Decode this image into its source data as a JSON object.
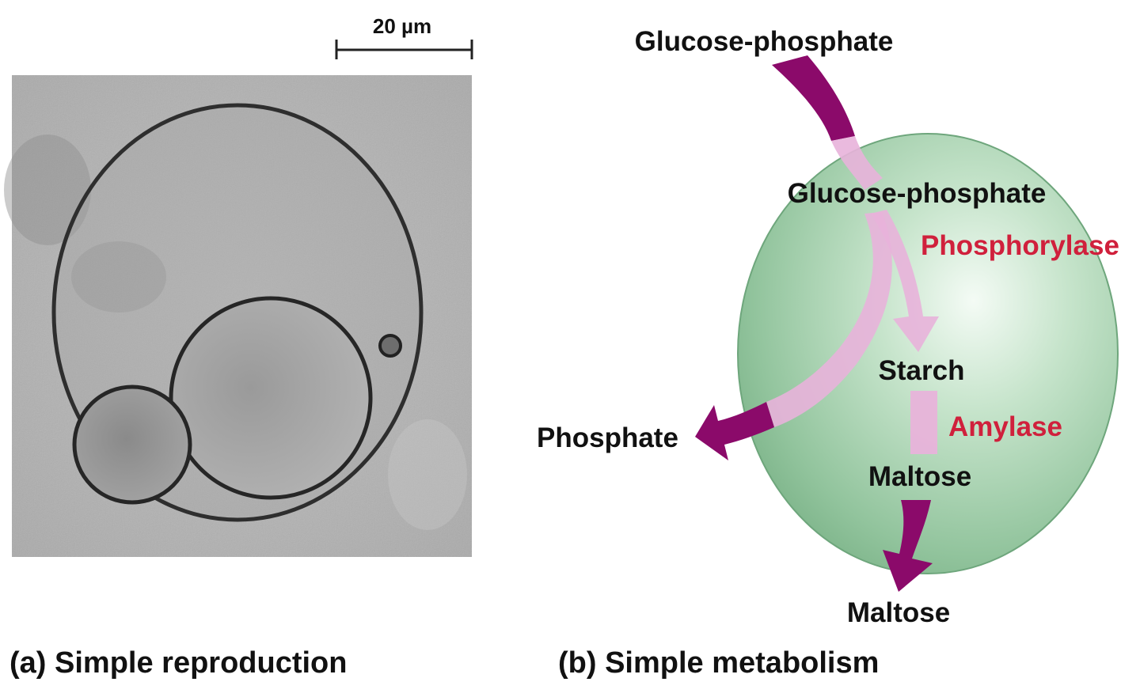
{
  "panel_a": {
    "scale_bar_label": "20 µm",
    "caption": "(a) Simple reproduction"
  },
  "panel_b": {
    "caption": "(b) Simple metabolism",
    "labels": {
      "glucose_phosphate_outside": "Glucose-phosphate",
      "glucose_phosphate_inside": "Glucose-phosphate",
      "phosphorylase": "Phosphorylase",
      "starch": "Starch",
      "amylase": "Amylase",
      "maltose_inside": "Maltose",
      "phosphate": "Phosphate",
      "maltose_outside": "Maltose"
    },
    "colors": {
      "vesicle": "#9fcfa8",
      "arrow_outside": "#8b0a6a",
      "arrow_inside": "#e8b3da",
      "enzyme_text": "#d0203c"
    }
  }
}
